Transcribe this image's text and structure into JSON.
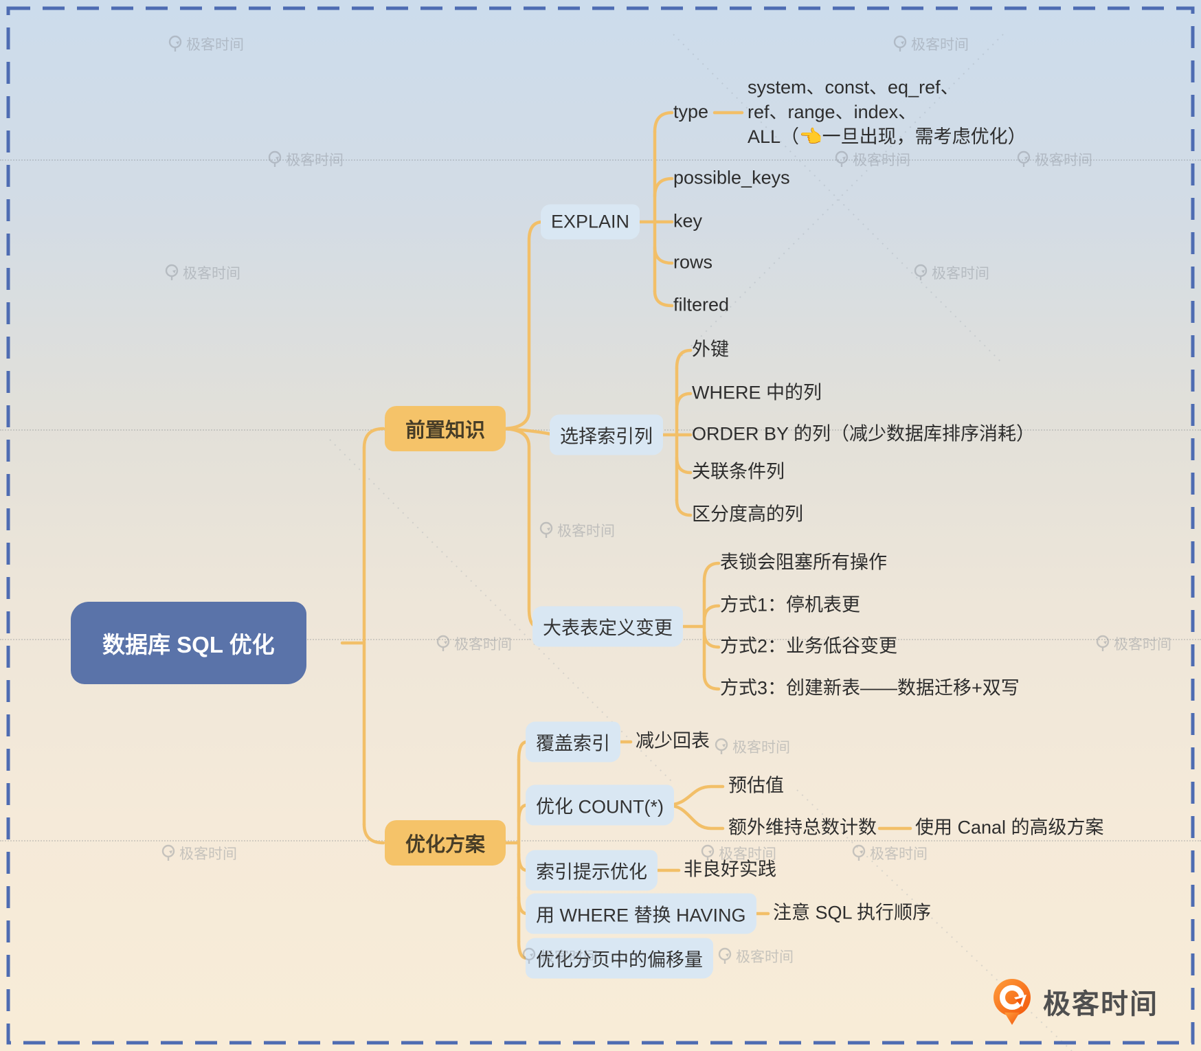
{
  "root": {
    "label": "数据库 SQL 优化"
  },
  "branches": {
    "pre": {
      "label": "前置知识"
    },
    "opt": {
      "label": "优化方案"
    }
  },
  "explain": {
    "label": "EXPLAIN",
    "type": {
      "label": "type",
      "values": [
        "system、const、eq_ref、",
        "ref、range、index、",
        "ALL（👈一旦出现，需考虑优化）"
      ]
    },
    "fields": [
      "possible_keys",
      "key",
      "rows",
      "filtered"
    ]
  },
  "index_columns": {
    "label": "选择索引列",
    "items": [
      "外键",
      "WHERE 中的列",
      "ORDER BY 的列（减少数据库排序消耗）",
      "关联条件列",
      "区分度高的列"
    ]
  },
  "table_ddl": {
    "label": "大表表定义变更",
    "items": [
      "表锁会阻塞所有操作",
      "方式1：停机表更",
      "方式2：业务低谷变更",
      "方式3：创建新表——数据迁移+双写"
    ]
  },
  "optimizations": {
    "covering_index": {
      "label": "覆盖索引",
      "note": "减少回表"
    },
    "count": {
      "label": "优化 COUNT(*)",
      "options": [
        "预估值",
        "额外维持总数计数"
      ],
      "canal_note": "使用 Canal 的高级方案"
    },
    "index_hint": {
      "label": "索引提示优化",
      "note": "非良好实践"
    },
    "where_having": {
      "label": "用 WHERE 替换 HAVING",
      "note": "注意 SQL 执行顺序"
    },
    "pagination": {
      "label": "优化分页中的偏移量"
    }
  },
  "watermark": {
    "text": "极客时间"
  },
  "brand": {
    "name": "极客时间"
  },
  "colors": {
    "line": "#f2bf68",
    "root_bg": "#5a73a9",
    "branch_bg": "#f5c369",
    "topic_bg": "#d9e7f3",
    "border": "#4e6cb2",
    "logo_orange": "#f56a07"
  }
}
